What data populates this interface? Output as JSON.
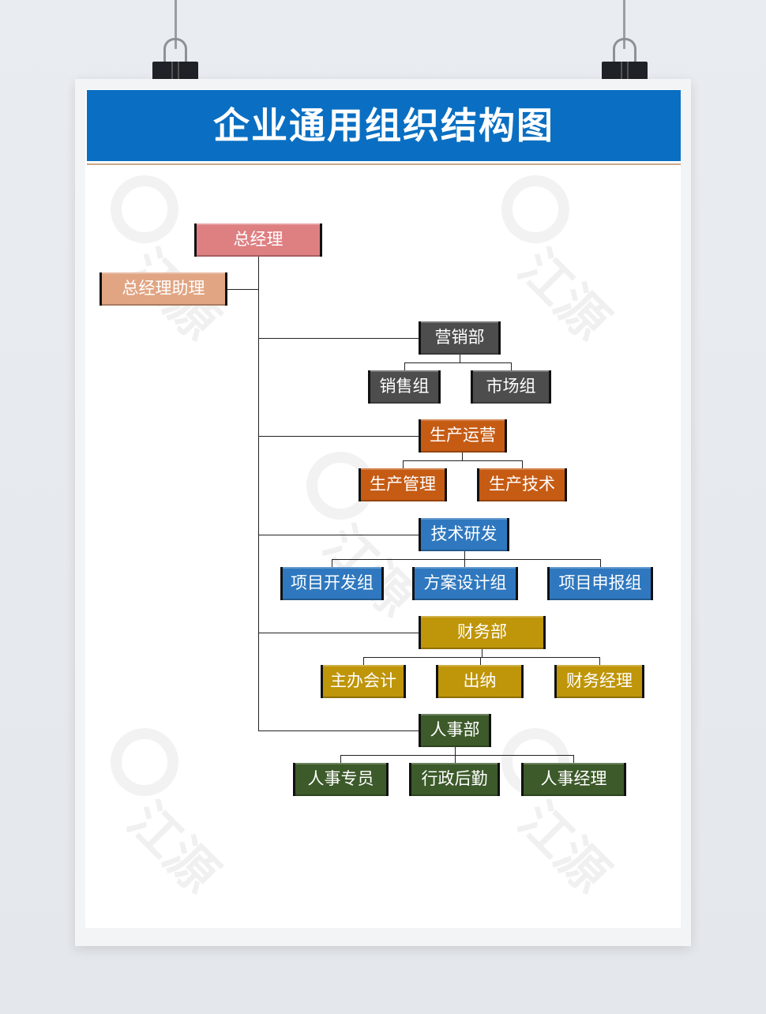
{
  "title": "企业通用组织结构图",
  "watermark": "江源",
  "colors": {
    "header": "#0a6fc2",
    "ceo": "#de7f82",
    "assistant": "#e1a583",
    "marketing": "#4d4d4d",
    "production": "#c65b14",
    "rnd": "#2f78bf",
    "finance": "#bf9509",
    "hr": "#3d5a2a"
  },
  "nodes": {
    "ceo": "总经理",
    "assistant": "总经理助理",
    "marketing": {
      "label": "营销部",
      "children": [
        "销售组",
        "市场组"
      ]
    },
    "production": {
      "label": "生产运营",
      "children": [
        "生产管理",
        "生产技术"
      ]
    },
    "rnd": {
      "label": "技术研发",
      "children": [
        "项目开发组",
        "方案设计组",
        "项目申报组"
      ]
    },
    "finance": {
      "label": "财务部",
      "children": [
        "主办会计",
        "出纳",
        "财务经理"
      ]
    },
    "hr": {
      "label": "人事部",
      "children": [
        "人事专员",
        "行政后勤",
        "人事经理"
      ]
    }
  }
}
